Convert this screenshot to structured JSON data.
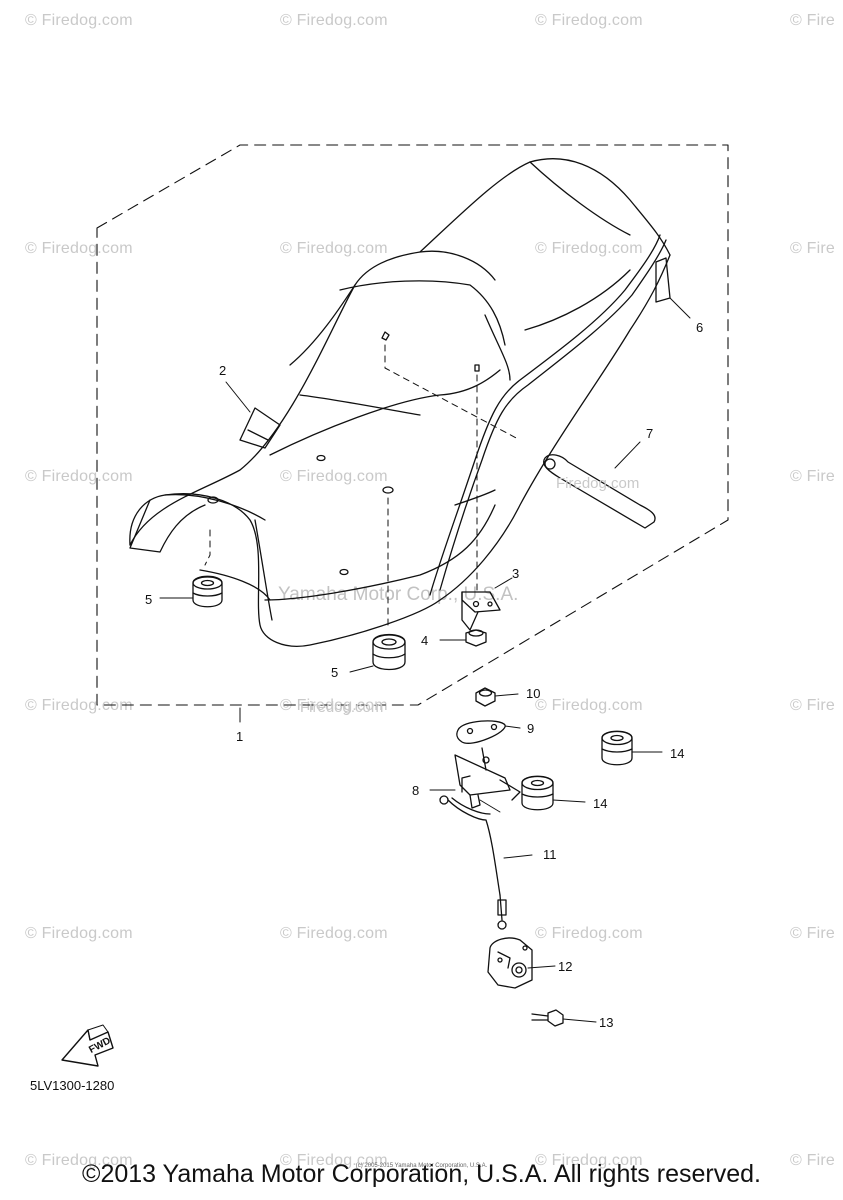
{
  "watermark": {
    "text": "Firedog.com",
    "partial_text": "Fire"
  },
  "inline_watermarks": {
    "manufacturer": "Yamaha Motor Corp., U.S.A.",
    "firedog": "Firedog.com"
  },
  "callouts": [
    "1",
    "2",
    "3",
    "4",
    "5",
    "5",
    "6",
    "7",
    "8",
    "9",
    "10",
    "11",
    "12",
    "13",
    "14",
    "14"
  ],
  "fwd_label": "FWD",
  "part_code": "5LV1300-1280",
  "small_print": "(c) 2005-2015 Yamaha Motor Corporation, U.S.A.",
  "copyright": "©2013 Yamaha Motor Corporation, U.S.A. All rights reserved."
}
